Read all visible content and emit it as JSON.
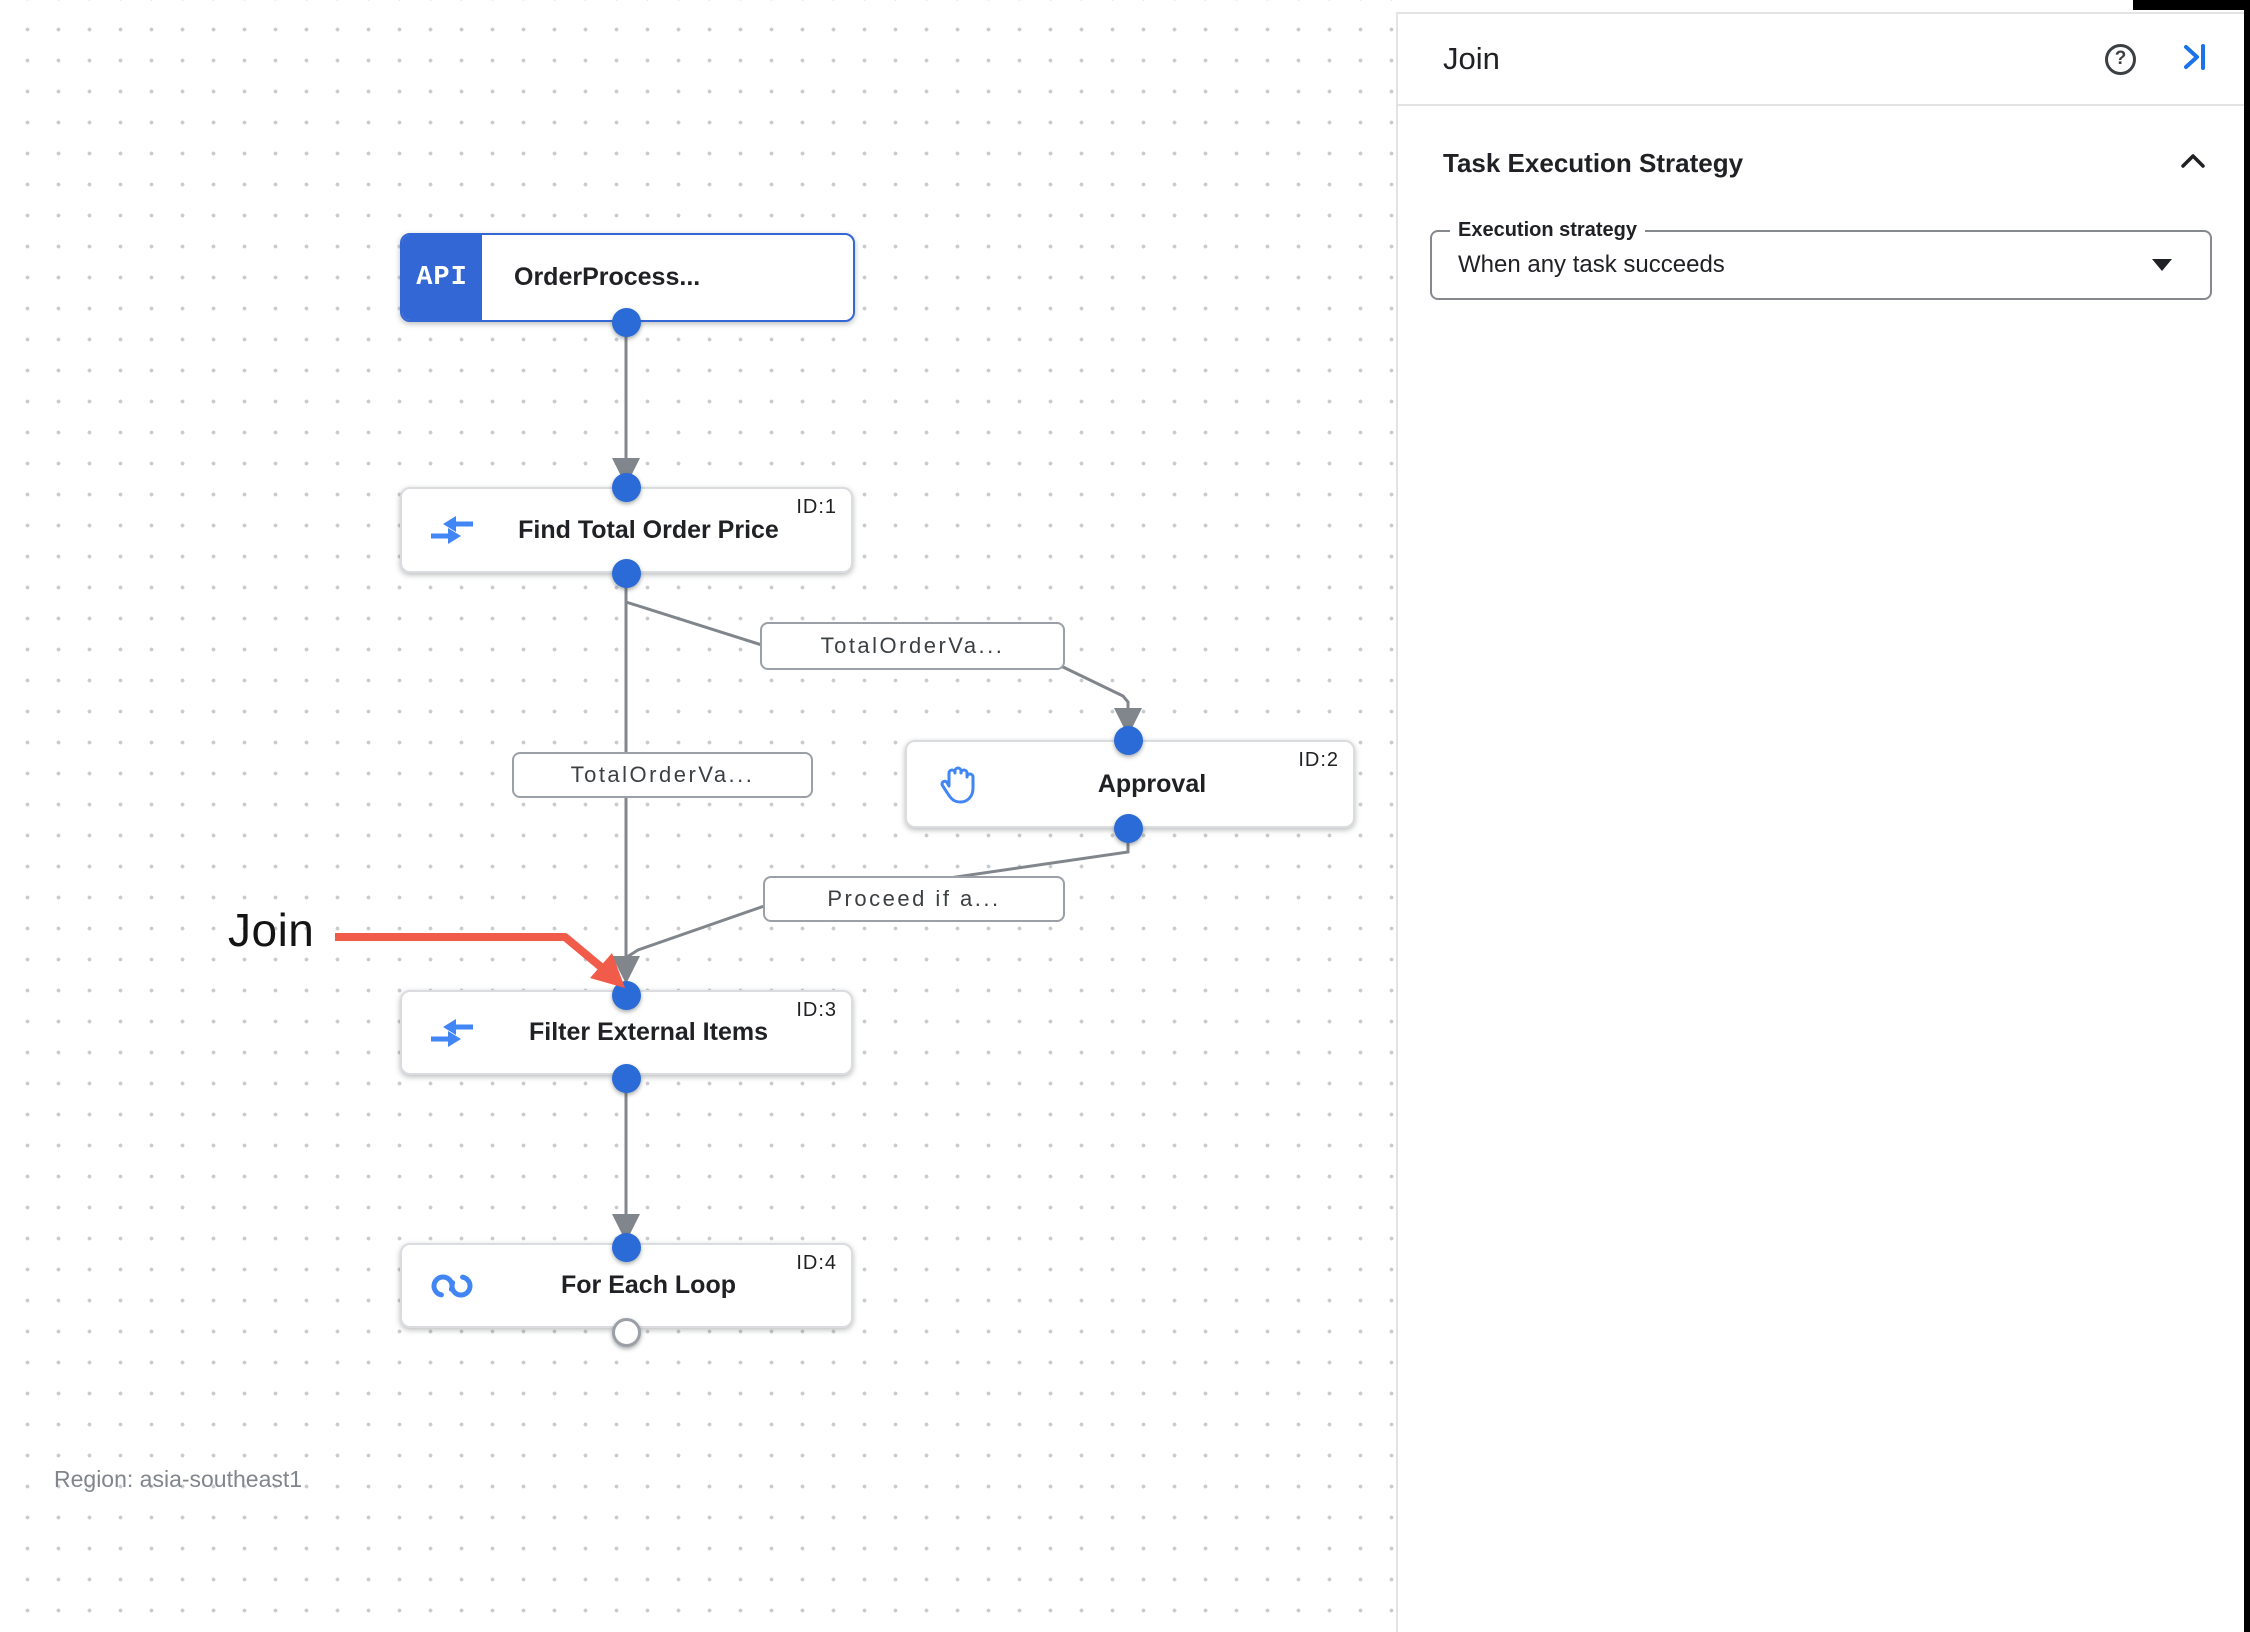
{
  "colors": {
    "edge_gray": "#80868b",
    "connector_blue": "#2a6bd7",
    "icon_blue": "#4285f4",
    "trigger_blue": "#3367d6",
    "annotation_red": "#f15b4a",
    "text_dark": "#202124",
    "text_gray": "#80868b"
  },
  "canvas": {
    "nodes": [
      {
        "type": "trigger",
        "icon": "api-icon",
        "badge": "API",
        "label": "OrderProcess..."
      },
      {
        "type": "task",
        "icon": "data-mapping-icon",
        "label": "Find Total Order Price",
        "id_tag": "ID:1"
      },
      {
        "type": "task",
        "icon": "approval-hand-icon",
        "label": "Approval",
        "id_tag": "ID:2"
      },
      {
        "type": "task",
        "icon": "data-mapping-icon",
        "label": "Filter External Items",
        "id_tag": "ID:3"
      },
      {
        "type": "task",
        "icon": "loop-icon",
        "label": "For Each Loop",
        "id_tag": "ID:4"
      }
    ],
    "edge_labels": [
      {
        "text": "TotalOrderVa..."
      },
      {
        "text": "TotalOrderVa..."
      },
      {
        "text": "Proceed if a..."
      }
    ],
    "annotation": {
      "label": "Join"
    },
    "region_note": "Region: asia-southeast1"
  },
  "panel": {
    "title": "Join",
    "icons": {
      "help": "?"
    },
    "section": {
      "title": "Task Execution Strategy",
      "field_label": "Execution strategy",
      "field_value": "When any task succeeds"
    }
  }
}
